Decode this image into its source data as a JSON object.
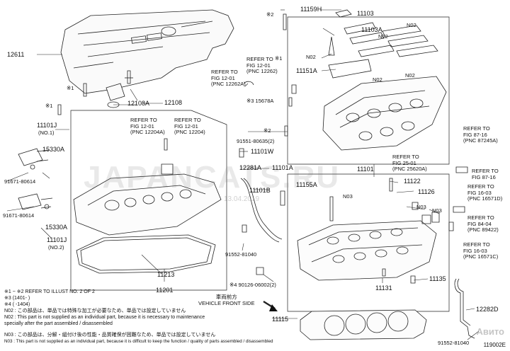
{
  "figure_id": "119002E",
  "watermark": "JAPANCATS.RU",
  "watermark_date": "13.04.2019",
  "logo": "Авито",
  "front": {
    "ja": "車両前方",
    "en": "VEHICLE FRONT SIDE"
  },
  "parts": {
    "p12611": "12611",
    "p12108A": "12108A",
    "p12108": "12108",
    "p11101J_1": "11101J",
    "no1": "(NO.1)",
    "p15330A_1": "15330A",
    "p91671_1": "91671-80614",
    "p91671_2": "91671-80614",
    "p15330A_2": "15330A",
    "p11101J_2": "11101J",
    "no2": "(NO.2)",
    "p11201": "11201",
    "p11213": "11213",
    "p91551": "91551-80635(2)",
    "p11101W": "11101W",
    "p12281A": "12281A",
    "p11101A": "11101A",
    "p11101B": "11101B",
    "p91552_1": "91552-81040",
    "p90126": "※4 90126-06002(2)",
    "p15678A": "※3 15678A",
    "mark1a": "※1",
    "mark1b": "※1",
    "mark2": "※2",
    "mark2_top": "※2",
    "mark1_top": "※1",
    "p11159H": "11159H",
    "p11103": "11103",
    "p11103A": "11103A",
    "n02_a": "N02",
    "n02_b": "N02",
    "n02_c": "N02",
    "n02_d": "N02",
    "n02_e": "N02",
    "p11151A": "11151A",
    "p11101": "11101",
    "p11155A": "11155A",
    "n03_a": "N03",
    "n03_b": "N03",
    "n03_c": "N03",
    "p11122": "11122",
    "p11126": "11126",
    "p11135": "11135",
    "p11131": "11131",
    "p11115": "11115",
    "p12282D": "12282D",
    "p91552_2": "91552-81040"
  },
  "refs": {
    "r1": "REFER TO\nFIG 12-01\n(PNC 12262)",
    "r2": "REFER TO\nFIG 12-01\n(PNC 12262A)",
    "r3": "REFER TO\nFIG 12-01\n(PNC 12204A)",
    "r4": "REFER TO\nFIG 12-01\n(PNC 12204)",
    "r5": "REFER TO\nFIG 25-01\n(PNC 25620A)",
    "r6": "REFER TO\nFIG 87-16\n(PNC 87245A)",
    "r7": "REFER TO\nFIG 87-16",
    "r8": "REFER TO\nFIG 16-03\n(PNC 16571D)",
    "r9": "REFER TO\nFIG 84-04\n(PNC 89422)",
    "r10": "REFER TO\nFIG 16-03\n(PNC 16571C)"
  },
  "notes": [
    "※1 ~ ※2  REFER TO ILLUST NO. 2 OF 2",
    "※3 (1401-        )",
    "※4 (      -1404)",
    "N02 : この部品は、単品では特殊な加工が必要なため、単品では設定していません",
    "N02 : This part is not supplied as an individual part, because it is necessary to maintenance",
    "        specially after the part assembled / disassembled",
    "N03 : この部品は、分解・組付け後の性能・品質確保が困難なため、単品では設定していません",
    "N03 : This part is not supplied as an individual part, because it is difficult to keep the function / quality of parts  assembled / disassembled"
  ]
}
